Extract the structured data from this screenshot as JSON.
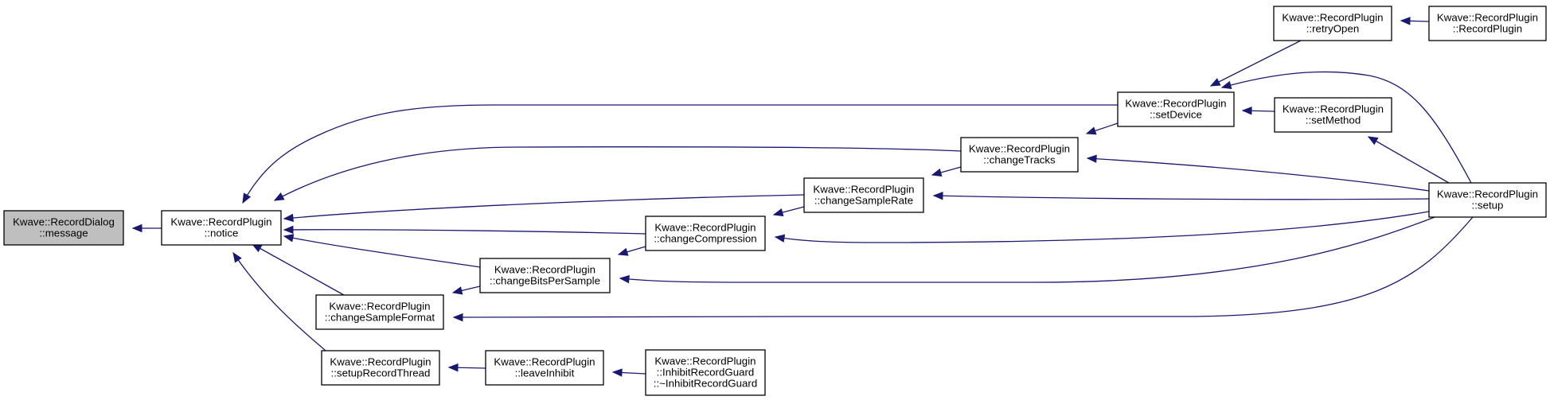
{
  "graph": {
    "nodes": [
      {
        "id": "message",
        "lines": [
          "Kwave::RecordDialog",
          "::message"
        ],
        "root": true
      },
      {
        "id": "notice",
        "lines": [
          "Kwave::RecordPlugin",
          "::notice"
        ]
      },
      {
        "id": "changeSampleFormat",
        "lines": [
          "Kwave::RecordPlugin",
          "::changeSampleFormat"
        ]
      },
      {
        "id": "setupRecordThread",
        "lines": [
          "Kwave::RecordPlugin",
          "::setupRecordThread"
        ]
      },
      {
        "id": "changeBitsPerSample",
        "lines": [
          "Kwave::RecordPlugin",
          "::changeBitsPerSample"
        ]
      },
      {
        "id": "leaveInhibit",
        "lines": [
          "Kwave::RecordPlugin",
          "::leaveInhibit"
        ]
      },
      {
        "id": "changeCompression",
        "lines": [
          "Kwave::RecordPlugin",
          "::changeCompression"
        ]
      },
      {
        "id": "inhibitGuard",
        "lines": [
          "Kwave::RecordPlugin",
          "::InhibitRecordGuard",
          "::~InhibitRecordGuard"
        ]
      },
      {
        "id": "changeSampleRate",
        "lines": [
          "Kwave::RecordPlugin",
          "::changeSampleRate"
        ]
      },
      {
        "id": "changeTracks",
        "lines": [
          "Kwave::RecordPlugin",
          "::changeTracks"
        ]
      },
      {
        "id": "setDevice",
        "lines": [
          "Kwave::RecordPlugin",
          "::setDevice"
        ]
      },
      {
        "id": "retryOpen",
        "lines": [
          "Kwave::RecordPlugin",
          "::retryOpen"
        ]
      },
      {
        "id": "setMethod",
        "lines": [
          "Kwave::RecordPlugin",
          "::setMethod"
        ]
      },
      {
        "id": "ctor",
        "lines": [
          "Kwave::RecordPlugin",
          "::RecordPlugin"
        ]
      },
      {
        "id": "setup",
        "lines": [
          "Kwave::RecordPlugin",
          "::setup"
        ]
      }
    ],
    "edges": [
      {
        "from": "notice",
        "to": "message"
      },
      {
        "from": "changeSampleFormat",
        "to": "notice"
      },
      {
        "from": "setupRecordThread",
        "to": "notice"
      },
      {
        "from": "changeBitsPerSample",
        "to": "notice"
      },
      {
        "from": "changeCompression",
        "to": "notice"
      },
      {
        "from": "changeSampleRate",
        "to": "notice"
      },
      {
        "from": "changeTracks",
        "to": "notice"
      },
      {
        "from": "setDevice",
        "to": "notice"
      },
      {
        "from": "changeBitsPerSample",
        "to": "changeSampleFormat"
      },
      {
        "from": "leaveInhibit",
        "to": "setupRecordThread"
      },
      {
        "from": "inhibitGuard",
        "to": "leaveInhibit"
      },
      {
        "from": "changeCompression",
        "to": "changeBitsPerSample"
      },
      {
        "from": "setup",
        "to": "changeBitsPerSample"
      },
      {
        "from": "changeSampleRate",
        "to": "changeCompression"
      },
      {
        "from": "setup",
        "to": "changeCompression"
      },
      {
        "from": "changeTracks",
        "to": "changeSampleRate"
      },
      {
        "from": "setup",
        "to": "changeSampleRate"
      },
      {
        "from": "setDevice",
        "to": "changeTracks"
      },
      {
        "from": "setup",
        "to": "changeTracks"
      },
      {
        "from": "retryOpen",
        "to": "setDevice"
      },
      {
        "from": "setMethod",
        "to": "setDevice"
      },
      {
        "from": "setup",
        "to": "setDevice"
      },
      {
        "from": "ctor",
        "to": "retryOpen"
      },
      {
        "from": "setup",
        "to": "setMethod"
      },
      {
        "from": "setup",
        "to": "changeSampleFormat"
      }
    ]
  },
  "colors": {
    "edge": "#191970",
    "root_fill": "#bfbfbf",
    "node_fill": "#ffffff",
    "border": "#000000"
  }
}
